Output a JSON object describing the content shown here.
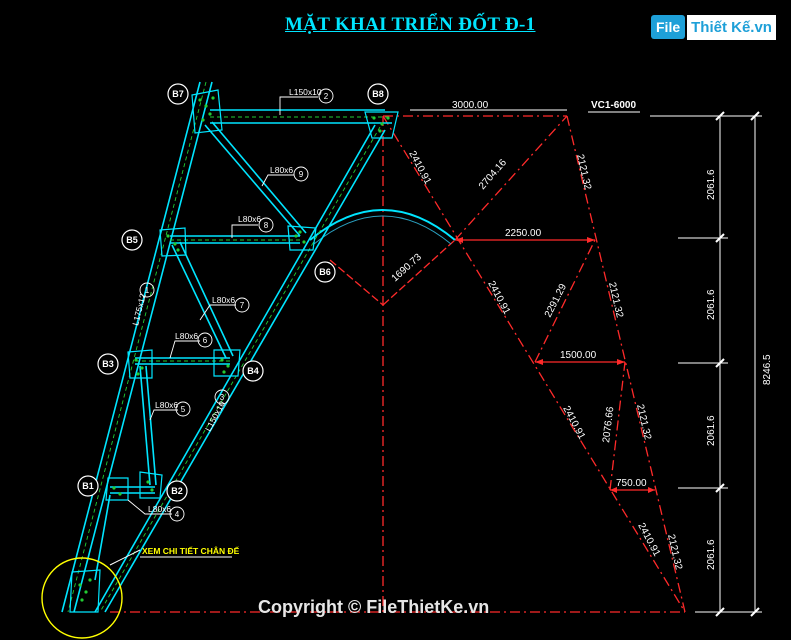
{
  "drawing_title": "MẶT KHAI TRIỂN ĐỐT Đ-1",
  "watermark_logo": {
    "box": "File",
    "rest": "Thiết Kế.vn"
  },
  "copyright": "Copyright © FileThietKe.vn",
  "section_label": "VC1-6000",
  "node_labels": {
    "b1": "B1",
    "b2": "B2",
    "b3": "B3",
    "b4": "B4",
    "b5": "B5",
    "b6": "B6",
    "b7": "B7",
    "b8": "B8"
  },
  "members": {
    "top": {
      "section": "L150x10",
      "number": "2"
    },
    "diag_upper": {
      "section": "L80x6",
      "number": "9"
    },
    "horiz_upper": {
      "section": "L80x6",
      "number": "8"
    },
    "diag_mid": {
      "section": "L80x6",
      "number": "7"
    },
    "horiz_mid": {
      "section": "L80x6",
      "number": "6"
    },
    "vert_low": {
      "section": "L80x6",
      "number": "5"
    },
    "base": {
      "section": "L80x6",
      "number": "4"
    },
    "leg_left": {
      "section": "L175x12",
      "number": "1"
    },
    "leg_right": {
      "section": "L150x10",
      "number": "3"
    }
  },
  "dimensions": {
    "top_width": "3000.00",
    "width_2": "2250.00",
    "width_3": "1500.00",
    "width_4": "750.00",
    "diag_a": "2410.91",
    "diag_b": "2704.16",
    "edge": "2121.32",
    "arc_radius": "1690.73",
    "diag_c": "2291.29",
    "diag_d": "2076.66",
    "panel_height": "2061.6",
    "total_height": "8246.5"
  },
  "base_detail_note": "XEM CHI TIẾT CHÂN ĐẾ",
  "colors": {
    "cyan": "#00e5ff",
    "red": "#ff2a2a",
    "white": "#ffffff",
    "yellow": "#ffff00",
    "green": "#22cc33"
  }
}
